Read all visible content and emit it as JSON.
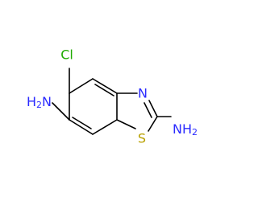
{
  "molecule": {
    "atoms": {
      "chlorine": "Cl",
      "amine_left": {
        "main": "H",
        "sub": "2",
        "tail": "N"
      },
      "amine_right": {
        "main": "NH",
        "sub": "2"
      },
      "nitrogen": "N",
      "sulfur": "S"
    },
    "colors": {
      "bond": "#000000",
      "chlorine": "#1faa00",
      "nitrogen": "#2b2bff",
      "sulfur": "#b8a000"
    }
  }
}
